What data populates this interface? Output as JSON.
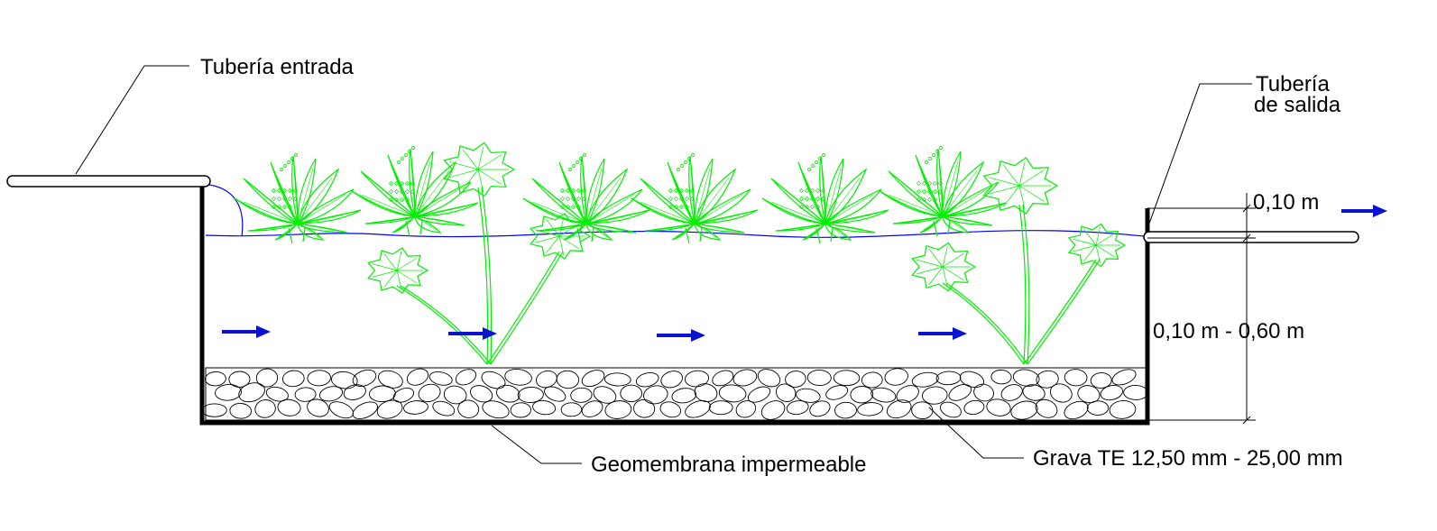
{
  "labels": {
    "inlet_pipe": "Tubería entrada",
    "outlet_pipe_line1": "Tubería",
    "outlet_pipe_line2": "de salida",
    "freeboard": "0,10 m",
    "water_depth": "0,10 m - 0,60 m",
    "liner": "Geomembrana impermeable",
    "gravel": "Grava TE 12,50 mm - 25,00 mm"
  },
  "colors": {
    "plant": "#00ee00",
    "water_line": "#0000ff",
    "flow_arrow": "#0a14d0",
    "structure": "#000000"
  },
  "diagram": {
    "flow_arrow_count": 5,
    "plant_types": [
      "rosette-floating-plant",
      "broadleaf-emergent-plant"
    ],
    "media": "gravel-stones"
  }
}
